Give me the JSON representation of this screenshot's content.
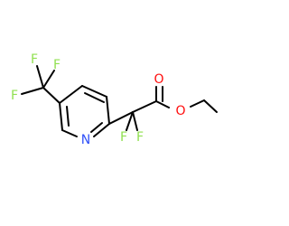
{
  "structure": {
    "atoms": {
      "n": {
        "symbol": "N",
        "color": "#3050f8"
      },
      "f_a": {
        "symbol": "F",
        "color": "#90e050"
      },
      "f_b": {
        "symbol": "F",
        "color": "#90e050"
      },
      "f_c": {
        "symbol": "F",
        "color": "#90e050"
      },
      "f_d": {
        "symbol": "F",
        "color": "#90e050"
      },
      "f_e": {
        "symbol": "F",
        "color": "#90e050"
      },
      "o_carbonyl": {
        "symbol": "O",
        "color": "#ff0d0d"
      },
      "o_ester": {
        "symbol": "O",
        "color": "#ff0d0d"
      }
    }
  }
}
